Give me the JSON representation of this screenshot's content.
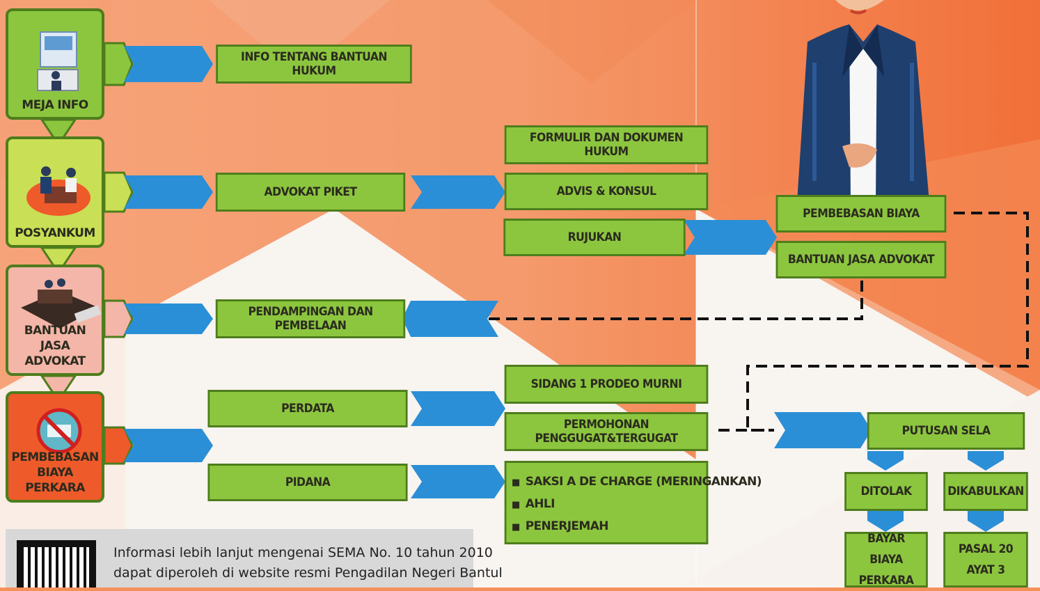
{
  "colors": {
    "box_green": "#8cc63f",
    "box_border": "#4e7d1c",
    "arrow_blue": "#2a8fd6",
    "node_green": "#8cc63f",
    "node_yellow": "#c9df55",
    "node_pink": "#f3b6a8",
    "node_orange": "#ef5a2a",
    "background_orange": "#f6905a"
  },
  "nodes": {
    "meja_info": "MEJA INFO",
    "posyankum": "POSYANKUM",
    "bantuan_jasa_advokat_1": "BANTUAN",
    "bantuan_jasa_advokat_2": "JASA ADVOKAT",
    "pembebasan_biaya_perkara_1": "PEMBEBASAN",
    "pembebasan_biaya_perkara_2": "BIAYA PERKARA"
  },
  "boxes": {
    "info_bantuan_hukum": "INFO TENTANG BANTUAN HUKUM",
    "formulir": "FORMULIR DAN DOKUMEN HUKUM",
    "advokat_piket": "ADVOKAT PIKET",
    "advis_konsul": "ADVIS & KONSUL",
    "rujukan": "RUJUKAN",
    "pembebasan_biaya": "PEMBEBASAN BIAYA",
    "bantuan_jasa_advokat": "BANTUAN JASA ADVOKAT",
    "pendampingan": "PENDAMPINGAN DAN PEMBELAAN",
    "sidang_prodeo": "SIDANG 1 PRODEO MURNI",
    "perdata": "PERDATA",
    "permohonan": "PERMOHONAN PENGGUGAT&TERGUGAT",
    "pidana": "PIDANA",
    "putusan_sela": "PUTUSAN SELA",
    "ditolak": "DITOLAK",
    "dikabulkan": "DIKABULKAN",
    "bayar_1": "BAYAR",
    "bayar_2": "BIAYA PERKARA",
    "pasal_1": "PASAL 20",
    "pasal_2": "AYAT 3"
  },
  "pidana_items": [
    "SAKSI A DE CHARGE (MERINGANKAN)",
    "AHLI",
    "PENERJEMAH"
  ],
  "footer": {
    "line1": "Informasi lebih lanjut mengenai SEMA No. 10 tahun 2010",
    "line2": "dapat diperoleh di website resmi Pengadilan Negeri Bantul"
  }
}
